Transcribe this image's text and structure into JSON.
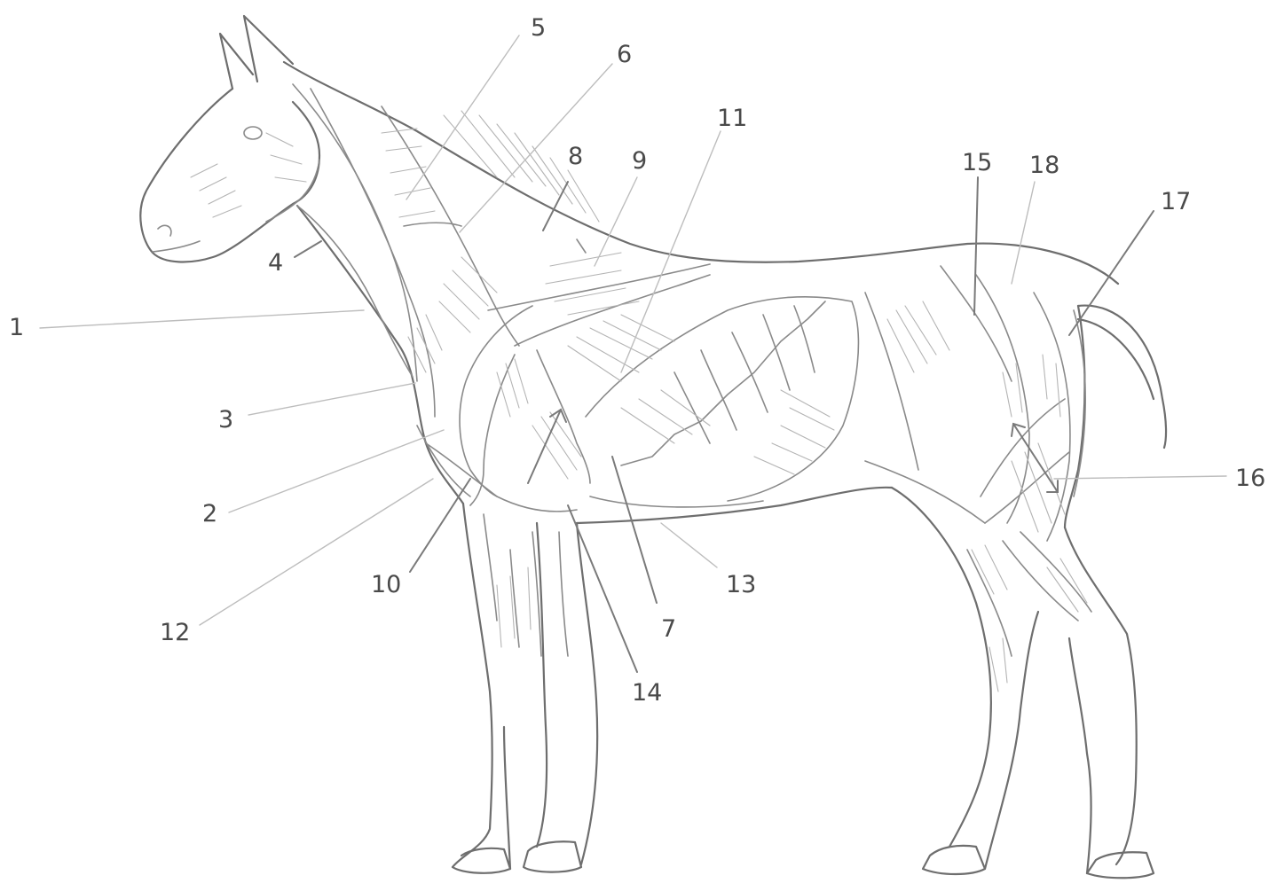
{
  "labels": [
    {
      "id": "1",
      "text": "1"
    },
    {
      "id": "2",
      "text": "2"
    },
    {
      "id": "3",
      "text": "3"
    },
    {
      "id": "4",
      "text": "4"
    },
    {
      "id": "5",
      "text": "5"
    },
    {
      "id": "6",
      "text": "6"
    },
    {
      "id": "7",
      "text": "7"
    },
    {
      "id": "8",
      "text": "8"
    },
    {
      "id": "9",
      "text": "9"
    },
    {
      "id": "10",
      "text": "10"
    },
    {
      "id": "11",
      "text": "11"
    },
    {
      "id": "12",
      "text": "12"
    },
    {
      "id": "13",
      "text": "13"
    },
    {
      "id": "14",
      "text": "14"
    },
    {
      "id": "15",
      "text": "15"
    },
    {
      "id": "16",
      "text": "16"
    },
    {
      "id": "17",
      "text": "17"
    },
    {
      "id": "18",
      "text": "18"
    }
  ],
  "colors": {
    "outline": "#6e6e6e",
    "hatch": "#b4b4b4",
    "leader": "#bdbdbd",
    "label": "#4a4a4a",
    "background": "#ffffff"
  }
}
